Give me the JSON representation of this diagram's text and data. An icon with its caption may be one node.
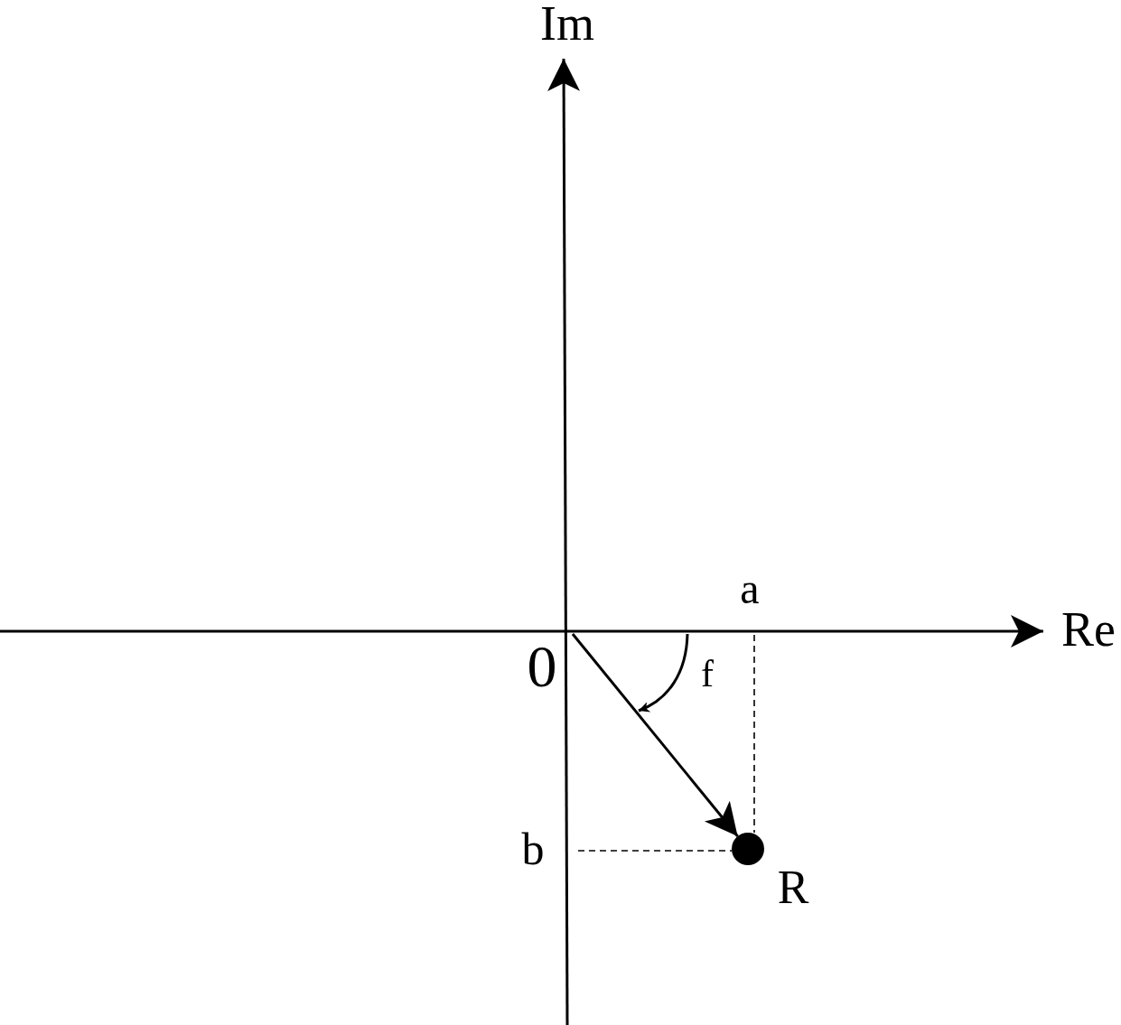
{
  "diagram": {
    "nodes": [
      {
        "text": [
          "0"
        ]
      },
      {
        "text": [],
        "shape": "circle",
        "beside": [
          "R"
        ]
      }
    ],
    "edges": [
      {
        "from": 0,
        "to": 1,
        "arrow": "to"
      }
    ],
    "labels": [
      "Im",
      "a",
      "Re",
      "f",
      "b"
    ]
  }
}
